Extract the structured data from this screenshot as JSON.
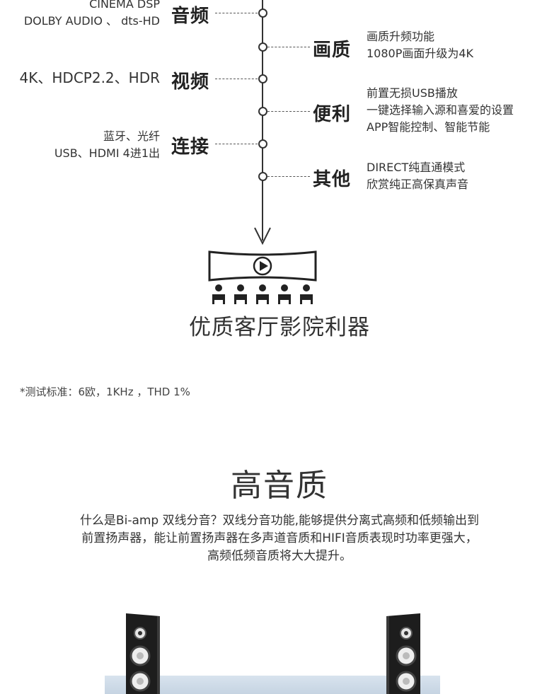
{
  "timeline": {
    "left": [
      {
        "category": "音频",
        "lines": [
          "CINEMA DSP",
          "DOLBY AUDIO 、 dts-HD"
        ]
      },
      {
        "category": "视频",
        "lines": [
          "4K、HDCP2.2、HDR"
        ]
      },
      {
        "category": "连接",
        "lines": [
          "蓝牙、光纤",
          "USB、HDMI 4进1出"
        ]
      }
    ],
    "right": [
      {
        "category": "画质",
        "lines": [
          "画质升频功能",
          "1080P画面升级为4K"
        ]
      },
      {
        "category": "便利",
        "lines": [
          "前置无损USB播放",
          "一键选择输入源和喜爱的设置",
          "APP智能控制、智能节能"
        ]
      },
      {
        "category": "其他",
        "lines": [
          "DIRECT纯直通模式",
          "欣赏纯正高保真声音"
        ]
      }
    ]
  },
  "caption": "优质客厅影院利器",
  "note": "*测试标准：6欧，1KHz ，THD 1%",
  "section": {
    "title": "高音质",
    "lines": [
      "什么是Bi-amp 双线分音？双线分音功能,能够提供分离式高频和低频输出到",
      "前置扬声器，能让前置扬声器在多声道音质和HIFI音质表现时功率更强大，",
      "高频低频音质将大大提升。"
    ]
  },
  "icons": [
    "play-icon",
    "audience-icon",
    "speaker-icon"
  ]
}
